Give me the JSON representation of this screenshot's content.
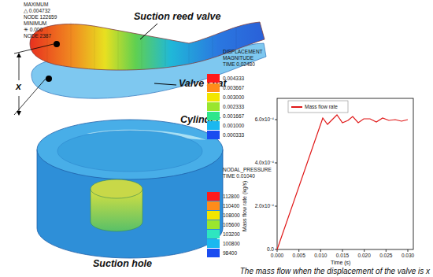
{
  "diagram": {
    "caption": "The mass flow when the displacement of the valve is x",
    "labels": [
      "MAXIMUM",
      "△ 0.004732",
      "NODE 122659",
      "MINIMUM",
      "✳ 0.000",
      "NODE 2387",
      "Suction reed valve",
      "Valve seat",
      "x",
      "DISPLACEMENT",
      "MAGNITUDE",
      "TIME 0.02480",
      "Cylinder",
      "NODAL_PRESSURE",
      "TIME 0.01040",
      "Suction hole",
      "Mass flow rate (kg/s)",
      "Time (s)",
      "0.000",
      "0.005",
      "0.010",
      "0.015",
      "0.020",
      "0.025",
      "0.030",
      "0.0",
      "2.0x10⁻⁴",
      "4.0x10⁻⁴",
      "6.0x10⁻⁴"
    ],
    "legend": [
      {
        "text": "0.004333",
        "color": "#ff1a1a"
      },
      {
        "text": "0.003667",
        "color": "#ff8c1a"
      },
      {
        "text": "0.003000",
        "color": "#f2e600"
      },
      {
        "text": "0.002333",
        "color": "#9ae62e"
      },
      {
        "text": "0.001667",
        "color": "#2ee68c"
      },
      {
        "text": "0.001000",
        "color": "#1ab8f0"
      },
      {
        "text": "0.000333",
        "color": "#1a4cf0"
      },
      {
        "text": "112800",
        "color": "#ff1a1a"
      },
      {
        "text": "110400",
        "color": "#ff8c1a"
      },
      {
        "text": "108000",
        "color": "#f2e600"
      },
      {
        "text": "105600",
        "color": "#9ae62e"
      },
      {
        "text": "103200",
        "color": "#2ee6c0"
      },
      {
        "text": "100800",
        "color": "#1ab8f0"
      },
      {
        "text": "98400",
        "color": "#1a4cf0"
      },
      {
        "text": "Mass flow rate"
      }
    ]
  }
}
